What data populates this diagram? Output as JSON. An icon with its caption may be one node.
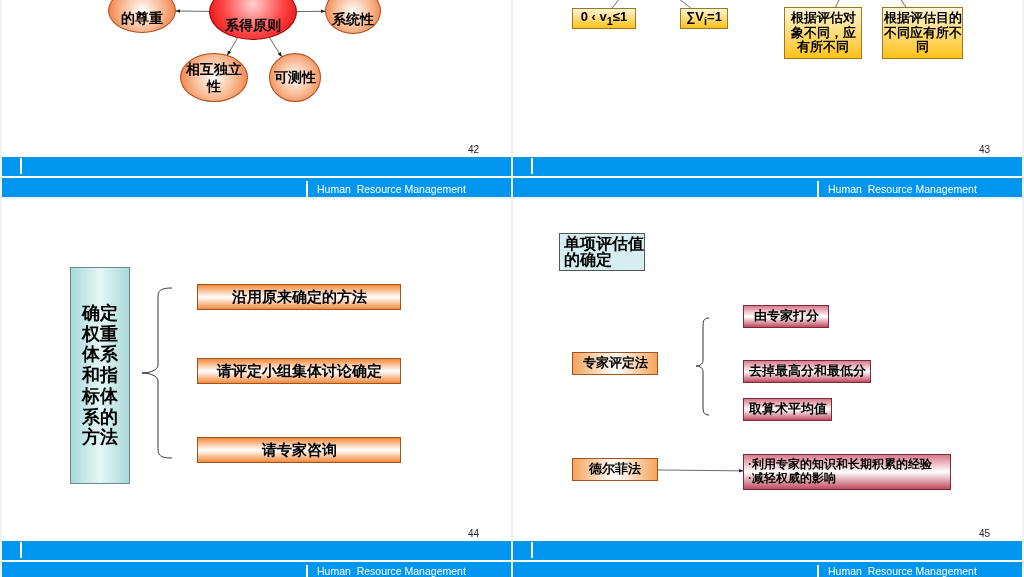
{
  "diagram": {
    "nodes": [
      {
        "text": [
          "系得原则"
        ]
      },
      {
        "text": [
          "的尊重"
        ]
      },
      {
        "text": [
          "系统性"
        ]
      },
      {
        "text": [
          "相互独立性"
        ]
      },
      {
        "text": [
          "可测性"
        ]
      },
      {
        "text": [
          "0 ‹ v$_{1}$≤1"
        ]
      },
      {
        "text": [
          "∑V$_{i}$=1"
        ]
      },
      {
        "text": [
          "根据评估对象不同，应有所不同"
        ]
      },
      {
        "text": [
          "根据评估目的不同应有所不同"
        ]
      },
      {
        "text": [
          "确定权重体系和指标体系的方法"
        ]
      },
      {
        "text": [
          "沿用原来确定的方法"
        ]
      },
      {
        "text": [
          "请评定小组集体讨论确定"
        ]
      },
      {
        "text": [
          "请专家咨询"
        ]
      },
      {
        "text": [
          "单项评估值的确定"
        ]
      },
      {
        "text": [
          "专家评定法"
        ]
      },
      {
        "text": [
          "由专家打分"
        ]
      },
      {
        "text": [
          "去掉最高分和最低分"
        ]
      },
      {
        "text": [
          "取算术平均值"
        ]
      },
      {
        "text": [
          "德尔菲法"
        ]
      },
      {
        "text": [
          "·利用专家的知识和长期积累的经验",
          "·减轻权威的影响"
        ]
      }
    ],
    "edges": [
      {
        "from": 0,
        "to": 1,
        "arrow": "to"
      },
      {
        "from": 0,
        "to": 2,
        "arrow": "to"
      },
      {
        "from": 0,
        "to": 3,
        "arrow": "to"
      },
      {
        "from": 0,
        "to": 4,
        "arrow": "to"
      },
      {
        "from": null,
        "to": 5,
        "arrow": "none"
      },
      {
        "from": null,
        "to": 6,
        "arrow": "none"
      },
      {
        "from": null,
        "to": 7,
        "arrow": "none"
      },
      {
        "from": null,
        "to": 8,
        "arrow": "none"
      },
      {
        "from": 18,
        "to": 19,
        "arrow": "to"
      }
    ],
    "labels": [
      "42",
      "Human  Resource Management",
      "43",
      "Human  Resource Management",
      "44",
      "Human  Resource Management",
      "45",
      "Human  Resource Management"
    ]
  }
}
